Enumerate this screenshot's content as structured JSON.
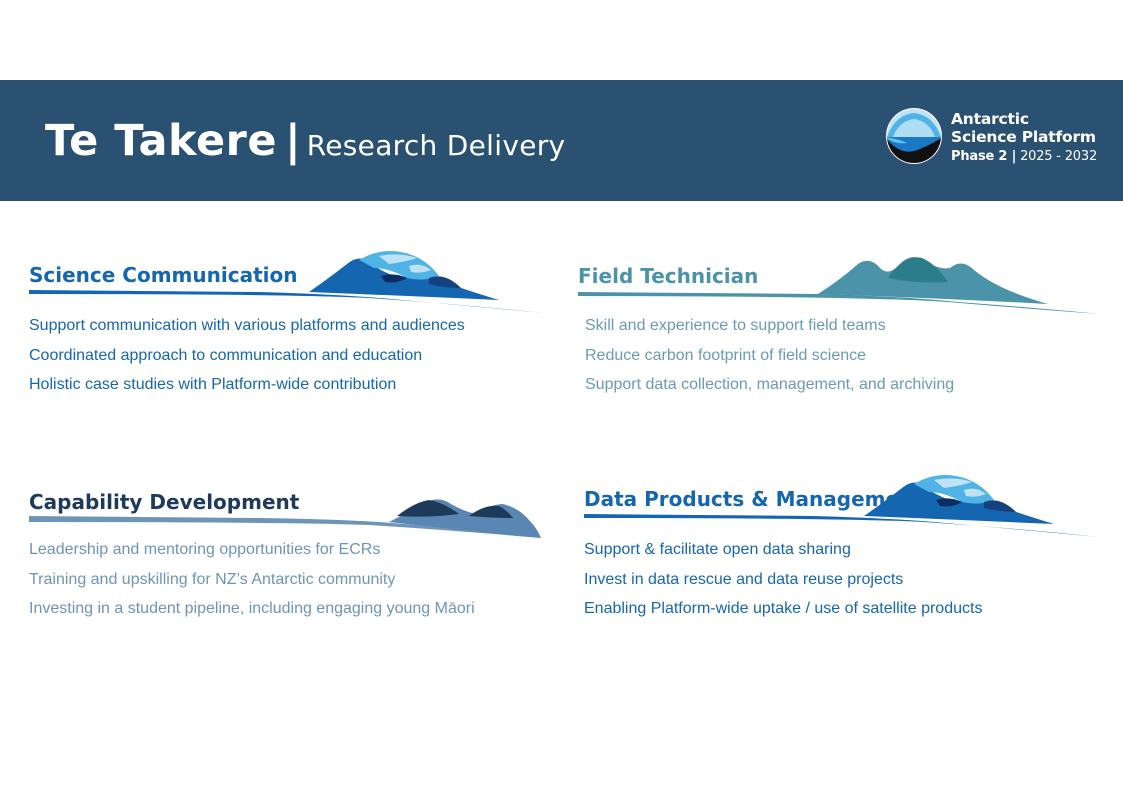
{
  "header": {
    "title_main": "Te Takere",
    "title_separator": "|",
    "title_sub": "Research Delivery"
  },
  "logo": {
    "line1": "Antarctic",
    "line2": "Science Platform",
    "phase": "Phase 2 |",
    "years": "2025 - 2032"
  },
  "sections": {
    "science_communication": {
      "title": "Science Communication",
      "items": [
        "Support communication with various platforms and audiences",
        "Coordinated approach to communication and education",
        "Holistic case studies with Platform-wide contribution"
      ]
    },
    "field_technician": {
      "title": "Field Technician",
      "items": [
        "Skill and experience to support field teams",
        "Reduce carbon footprint of field science",
        "Support data collection, management, and archiving"
      ]
    },
    "capability_development": {
      "title": "Capability Development",
      "items": [
        "Leadership and mentoring opportunities for ECRs",
        "Training and upskilling for NZ’s Antarctic community",
        "Investing in a student pipeline, including engaging young Māori"
      ]
    },
    "data_products": {
      "title": "Data Products & Management",
      "items": [
        "Support & facilitate open data sharing",
        "Invest in data rescue and data reuse projects",
        "Enabling Platform-wide uptake / use of satellite products"
      ]
    }
  },
  "colors": {
    "banner": "#2a5172",
    "science_blue": "#1566b0",
    "field_teal": "#4b93a8",
    "capability_navy": "#1e3a5b",
    "capability_light": "#6e95b5"
  }
}
